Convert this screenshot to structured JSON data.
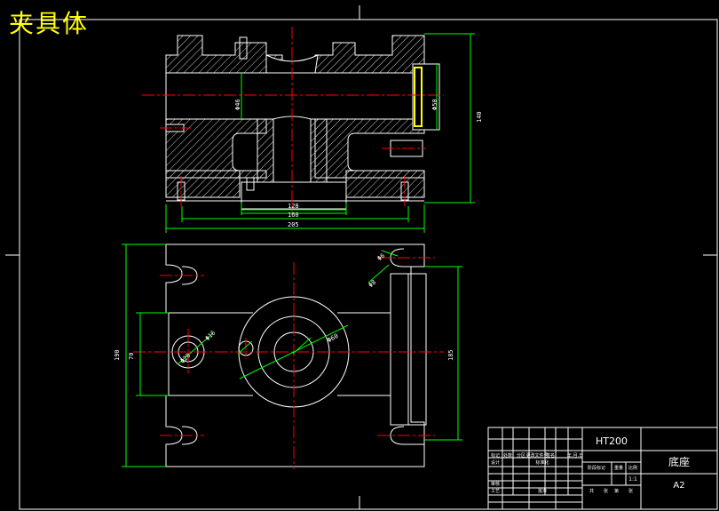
{
  "drawing": {
    "title": "夹具体",
    "part_name": "底座",
    "material": "HT200",
    "sheet_size": "A2",
    "scale": "1:1"
  },
  "title_block": {
    "row_labels": [
      "标记",
      "设计",
      "审核",
      "工艺"
    ],
    "col_labels": [
      "处数",
      "分区",
      "更改文件号",
      "签名",
      "年.月.日"
    ],
    "standardize": "标准化",
    "approve": "批准",
    "stage_labels": [
      "阶段标记",
      "重量",
      "比例"
    ],
    "sheet_labels": [
      "共",
      "张",
      "第",
      "张"
    ]
  },
  "dimensions": {
    "front_height": "140",
    "front_bore_left": "Φ46",
    "front_bore_right": "Φ50",
    "front_base_inner": "128",
    "front_base_mid": "160",
    "front_base_total": "205",
    "plan_width_total": "190",
    "plan_width_inner": "70",
    "plan_right": "185",
    "plan_hole_1": "Φ20",
    "plan_hole_2": "Φ16",
    "plan_hole_3": "Φ60",
    "plan_hole_4": "Φ8",
    "plan_hole_5": "Φ6"
  },
  "colors": {
    "outline": "#ffffff",
    "center": "#ff0000",
    "dimension": "#00ff00",
    "hatch": "#cfcfcf",
    "title": "#ffff00",
    "yellow_part": "#ffff00"
  }
}
